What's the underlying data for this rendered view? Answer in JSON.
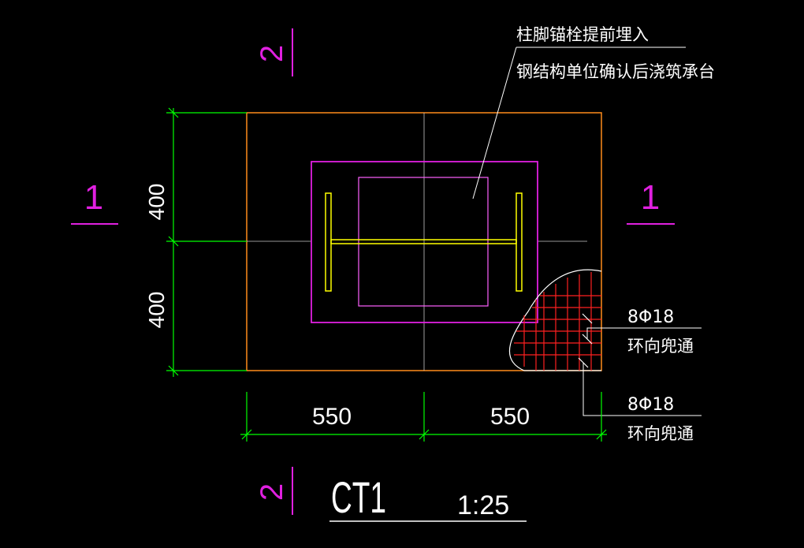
{
  "note_top": {
    "line1": "柱脚锚栓提前埋入",
    "line2": "钢结构单位确认后浇筑承台"
  },
  "dims": {
    "left_top": "400",
    "left_bottom": "400",
    "bottom_left": "550",
    "bottom_right": "550"
  },
  "sections": {
    "top_mark": "2",
    "bottom_mark": "2",
    "left_mark": "1",
    "right_mark": "1"
  },
  "rebar": {
    "label1_top": "8Φ18",
    "label1_bottom": "环向兜通",
    "label2_top": "8Φ18",
    "label2_bottom": "环向兜通"
  },
  "title": {
    "name": "CT1",
    "scale": "1:25"
  },
  "colors": {
    "background": "#000000",
    "dimension": "#00ff00",
    "cap_outline": "#ff8c1a",
    "pedestal": "#ff00ff",
    "steel_column": "#ffff00",
    "rebar": "#ff0000",
    "section_mark": "#ff00ff",
    "text": "#ffffff"
  }
}
